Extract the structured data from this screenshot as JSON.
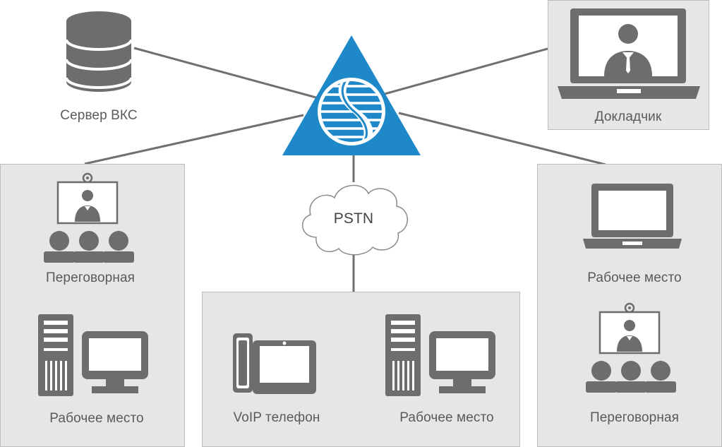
{
  "nodes": {
    "server": {
      "label": "Сервер ВКС",
      "icon": "database-server-icon"
    },
    "speaker": {
      "label": "Докладчик",
      "icon": "laptop-video-presenter-icon"
    },
    "pstn": {
      "label": "PSTN",
      "icon": "cloud-icon"
    },
    "hub": {
      "icon": "video-conference-hub-icon"
    },
    "left_meeting_room": {
      "label": "Переговорная",
      "icon": "meeting-room-icon"
    },
    "left_workstation": {
      "label": "Рабочее место",
      "icon": "desktop-computer-icon"
    },
    "voip_phone": {
      "label": "VoIP телефон",
      "icon": "voip-phone-icon"
    },
    "center_workstation": {
      "label": "Рабочее место",
      "icon": "desktop-computer-icon"
    },
    "right_workstation": {
      "label": "Рабочее место",
      "icon": "laptop-icon"
    },
    "right_meeting_room": {
      "label": "Переговорная",
      "icon": "meeting-room-icon"
    }
  },
  "colors": {
    "hub_triangle": "#1e88c8",
    "icon_gray": "#6d6d6d",
    "panel_bg": "#e6e6e6",
    "panel_border": "#bdbdbd",
    "line": "#707070"
  }
}
